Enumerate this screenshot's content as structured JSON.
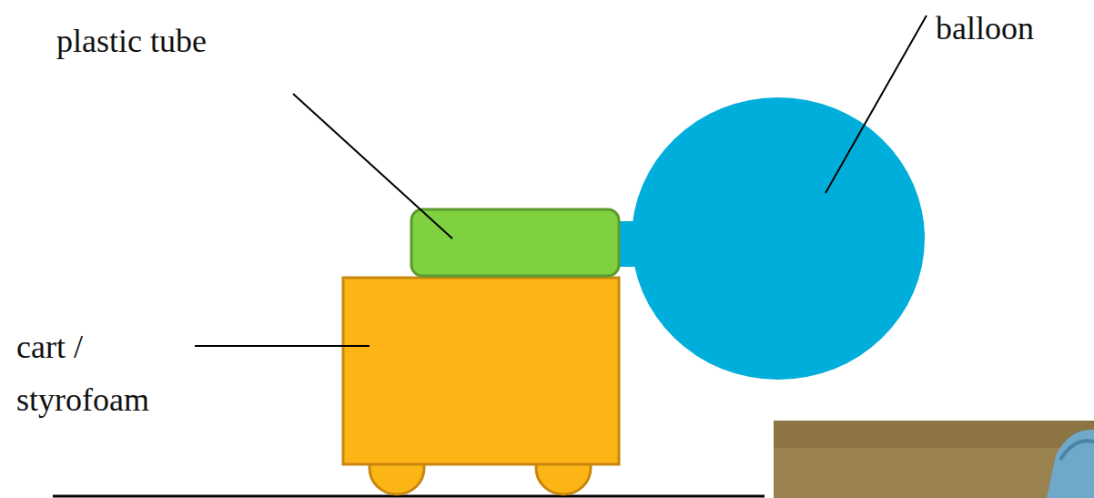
{
  "diagram": {
    "labels": [
      "plastic tube",
      "balloon",
      "cart / styrofoam"
    ]
  }
}
